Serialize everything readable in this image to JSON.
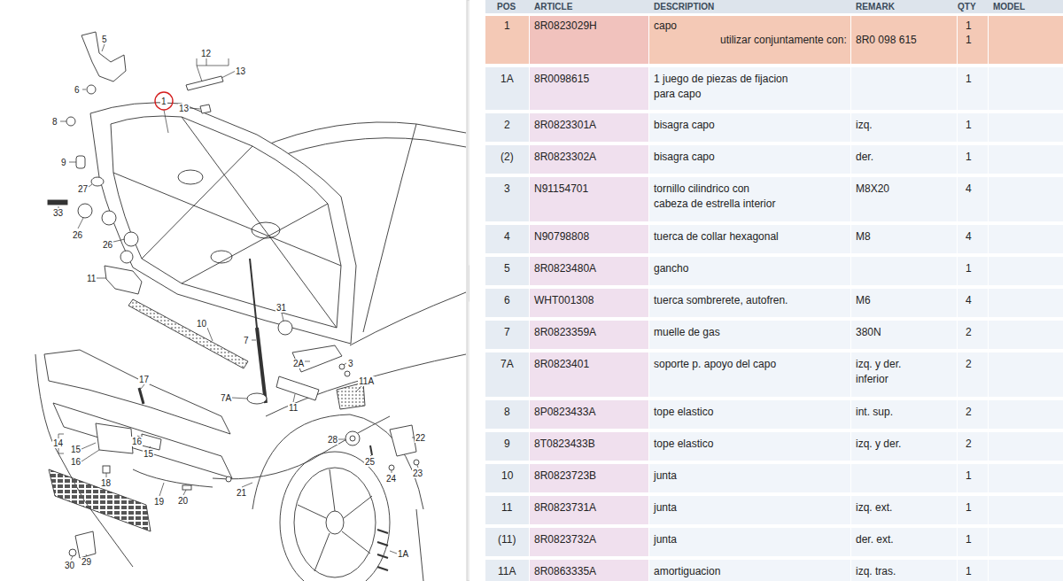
{
  "diagram": {
    "labels": [
      "5",
      "6",
      "12",
      "13",
      "1",
      "13",
      "8",
      "9",
      "27",
      "33",
      "26",
      "26",
      "11",
      "10",
      "31",
      "7",
      "2A",
      "3",
      "7A",
      "11",
      "11A",
      "17",
      "14",
      "15",
      "16",
      "16",
      "15",
      "18",
      "19",
      "20",
      "21",
      "28",
      "25",
      "22",
      "24",
      "23",
      "30",
      "29",
      "1A",
      "POS",
      "ARTICLE",
      "DESCRIPTION",
      "REMARK",
      "QTY",
      "MODEL",
      "1",
      "8R0823029H",
      "capo",
      "1",
      "utilizar conjuntamente con:",
      "8R0 098 615",
      "1",
      "1A",
      "8R0098615",
      "1 juego de piezas de fijacion para capo",
      "1",
      "2",
      "8R0823301A",
      "bisagra capo",
      "izq.",
      "1",
      "(2)",
      "8R0823302A",
      "bisagra capo",
      "der.",
      "1",
      "3",
      "N91154701",
      "tornillo cilindrico con cabeza de estrella interior",
      "M8X20",
      "4",
      "4",
      "N90798808",
      "tuerca de collar hexagonal",
      "M8",
      "4",
      "5",
      "8R0823480A",
      "gancho",
      "1",
      "6",
      "WHT001308",
      "tuerca sombrerete, autofren.",
      "M6",
      "4",
      "7",
      "8R0823359A",
      "muelle de gas",
      "380N",
      "2",
      "7A",
      "8R0823401",
      "soporte p. apoyo del capo",
      "izq. y der. inferior",
      "2",
      "8",
      "8P0823433A",
      "tope elastico",
      "int. sup.",
      "2",
      "9",
      "8T0823433B",
      "tope elastico",
      "izq. y der.",
      "2",
      "10",
      "8R0823723B",
      "junta",
      "1",
      "11",
      "8R0823731A",
      "junta",
      "izq. ext.",
      "1",
      "(11)",
      "8R0823732A",
      "junta",
      "der. ext.",
      "1",
      "11A",
      "8R0863335A",
      "amortiguacion",
      "izq. tras.",
      "1"
    ]
  }
}
